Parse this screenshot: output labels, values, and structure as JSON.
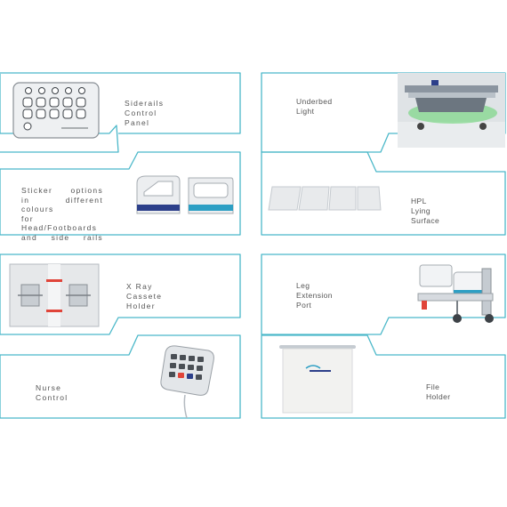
{
  "features": {
    "siderails_panel": "Siderails Control Panel",
    "underbed_light": "Underbed Light",
    "sticker_options": [
      "Sticker options",
      "in different colours",
      "for Head/Footboards",
      "and side rails"
    ],
    "hpl_surface": "HPL Lying Surface",
    "xray_holder": "X Ray Cassete Holder",
    "leg_extension": "Leg Extension Port",
    "nurse_control": "Nurse Control",
    "file_holder": "File Holder"
  },
  "colors": {
    "frame": "#4bb8c9",
    "accent_red": "#e0453a",
    "accent_blue": "#2d9fc4",
    "accent_navy": "#2c3f8a",
    "underbed_green": "#5fd36a"
  },
  "icons": {
    "siderails_panel": "control-panel-icon",
    "underbed_light": "bed-light-icon",
    "sticker_options": "side-rail-panel-icon",
    "hpl_surface": "lying-surface-icon",
    "xray_holder": "xray-holder-icon",
    "leg_extension": "bed-extension-icon",
    "nurse_control": "handset-icon",
    "file_holder": "file-holder-icon"
  }
}
